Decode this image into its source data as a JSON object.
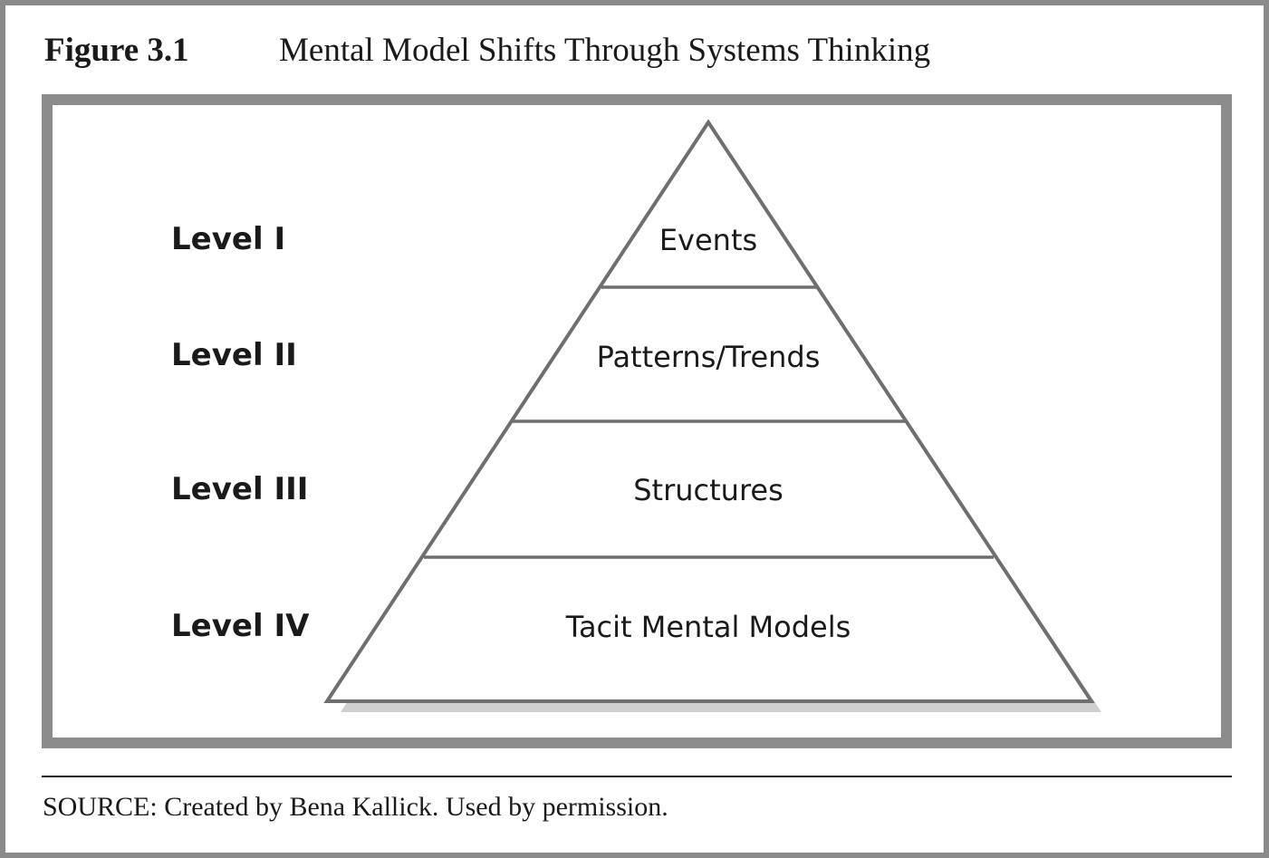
{
  "figure": {
    "number": "Figure 3.1",
    "title": "Mental Model Shifts Through Systems Thinking"
  },
  "levels": [
    {
      "label": "Level I",
      "tier": "Events"
    },
    {
      "label": "Level II",
      "tier": "Patterns/Trends"
    },
    {
      "label": "Level III",
      "tier": "Structures"
    },
    {
      "label": "Level IV",
      "tier": "Tacit Mental Models"
    }
  ],
  "source": "SOURCE: Created by Bena Kallick. Used by permission.",
  "colors": {
    "frame": "#8a8a8a",
    "pyramid_stroke": "#6f6f6f",
    "shadow": "#c8c8c8",
    "text": "#1a1a1a"
  }
}
